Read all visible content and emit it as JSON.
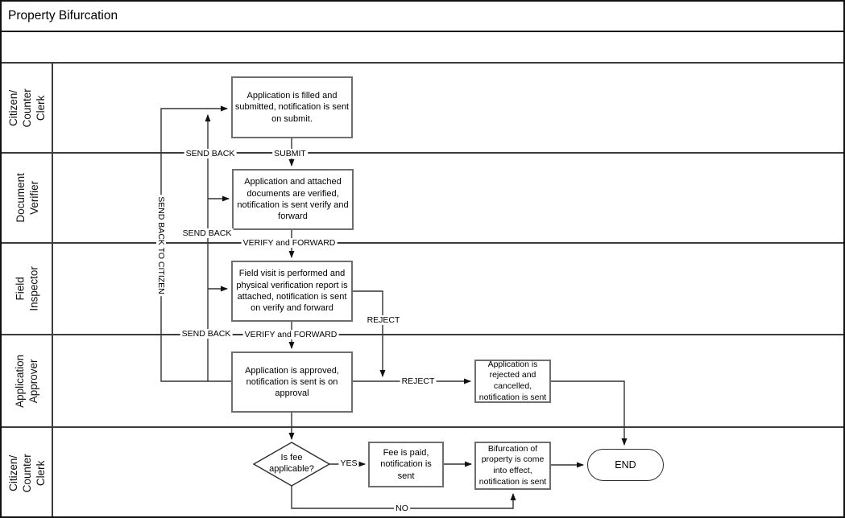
{
  "title": "Property Bifurcation",
  "colors": {
    "background": "#ffffff",
    "line": "#333333",
    "box_border": "#6e6e6e",
    "text": "#000000"
  },
  "lanes": [
    {
      "label": "Citizen/\nCounter Clerk"
    },
    {
      "label": "Document\nVerifier"
    },
    {
      "label": "Field Inspector"
    },
    {
      "label": "Application\nApprover"
    },
    {
      "label": "Citizen/\nCounter Clerk"
    }
  ],
  "nodes": {
    "fill_application": {
      "type": "process",
      "text": "Application is filled and submitted, notification is sent on submit."
    },
    "verify_documents": {
      "type": "process",
      "text": "Application and attached documents are verified, notification is sent verify and forward"
    },
    "field_visit": {
      "type": "process",
      "text": "Field visit is performed and physical verification report is attached, notification is sent on verify and forward"
    },
    "approve": {
      "type": "process",
      "text": "Application is approved, notification is sent is on approval"
    },
    "reject_cancel": {
      "type": "process",
      "text": "Application is rejected and cancelled, notification is sent"
    },
    "fee_decision": {
      "type": "decision",
      "text": "Is fee applicable?"
    },
    "fee_paid": {
      "type": "process",
      "text": "Fee is paid, notification is sent"
    },
    "bifurcation_effect": {
      "type": "process",
      "text": "Bifurcation of property is come into effect, notification is sent"
    },
    "end": {
      "type": "terminator",
      "text": "END"
    }
  },
  "edge_labels": {
    "submit": "SUBMIT",
    "send_back_1": "SEND BACK",
    "send_back_2": "SEND BACK",
    "send_back_3": "SEND BACK",
    "send_back_to_citizen": "SEND BACK TO CITIZEN",
    "verify_forward_1": "VERIFY and FORWARD",
    "verify_forward_2": "VERIFY and FORWARD",
    "reject_1": "REJECT",
    "reject_2": "REJECT",
    "yes": "YES",
    "no": "NO"
  }
}
